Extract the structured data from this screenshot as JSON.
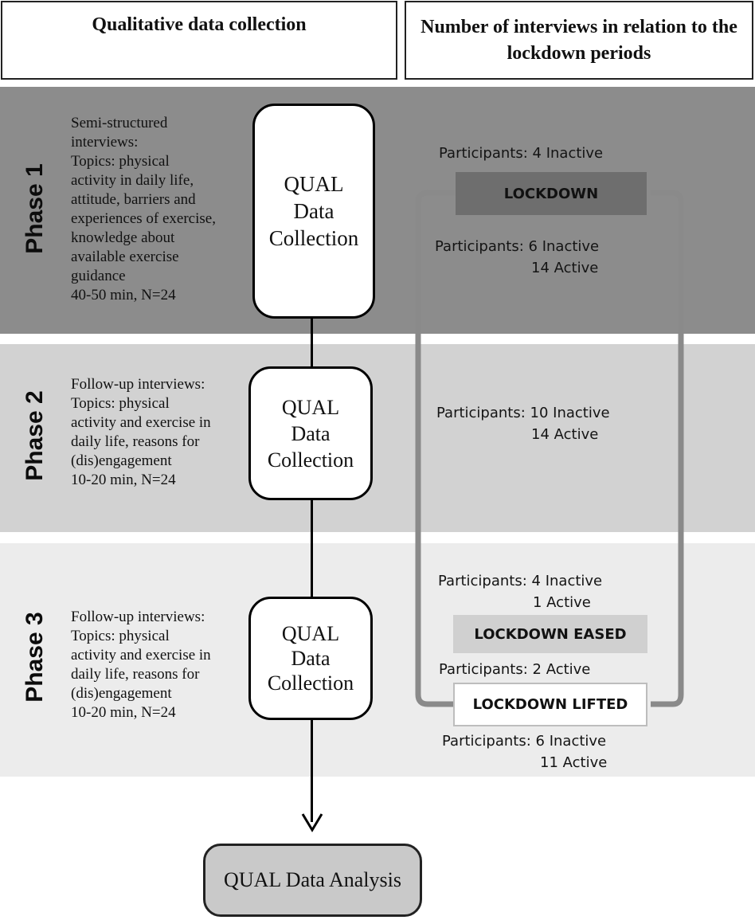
{
  "headers": {
    "left": "Qualitative data collection",
    "right": "Number of interviews in relation to the lockdown periods"
  },
  "phases": [
    {
      "label": "Phase 1",
      "description": "Semi-structured\ninterviews:\nTopics: physical\nactivity in daily life,\nattitude, barriers and\nexperiences of exercise,\nknowledge about\navailable exercise\nguidance\n40-50 min, N=24",
      "box": "QUAL\nData\nCollection"
    },
    {
      "label": "Phase 2",
      "description": "Follow-up interviews:\nTopics: physical\nactivity and exercise in\ndaily life, reasons for\n(dis)engagement\n10-20 min, N=24",
      "box": "QUAL\nData\nCollection"
    },
    {
      "label": "Phase 3",
      "description": "Follow-up interviews:\nTopics: physical\nactivity and exercise in\ndaily life, reasons for\n(dis)engagement\n10-20 min, N=24",
      "box": "QUAL\nData\nCollection"
    }
  ],
  "participants": [
    "Participants: 4 Inactive",
    "Participants:  6 Inactive",
    "14 Active",
    "Participants: 10 Inactive",
    "14 Active",
    "Participants: 4 Inactive",
    "1 Active",
    "Participants: 2 Active",
    "Participants:    6 Inactive",
    "11 Active"
  ],
  "lockdowns": {
    "lockdown": "LOCKDOWN",
    "eased": "LOCKDOWN EASED",
    "lifted": "LOCKDOWN LIFTED"
  },
  "analysis": "QUAL Data Analysis",
  "colors": {
    "phase1_band": "#8c8c8c",
    "phase2_band": "#d2d2d2",
    "phase3_band": "#ececec",
    "lockdown_fill": "#6e6e6e",
    "eased_fill": "#d0d0d0",
    "bracket": "#8a8a8a"
  }
}
